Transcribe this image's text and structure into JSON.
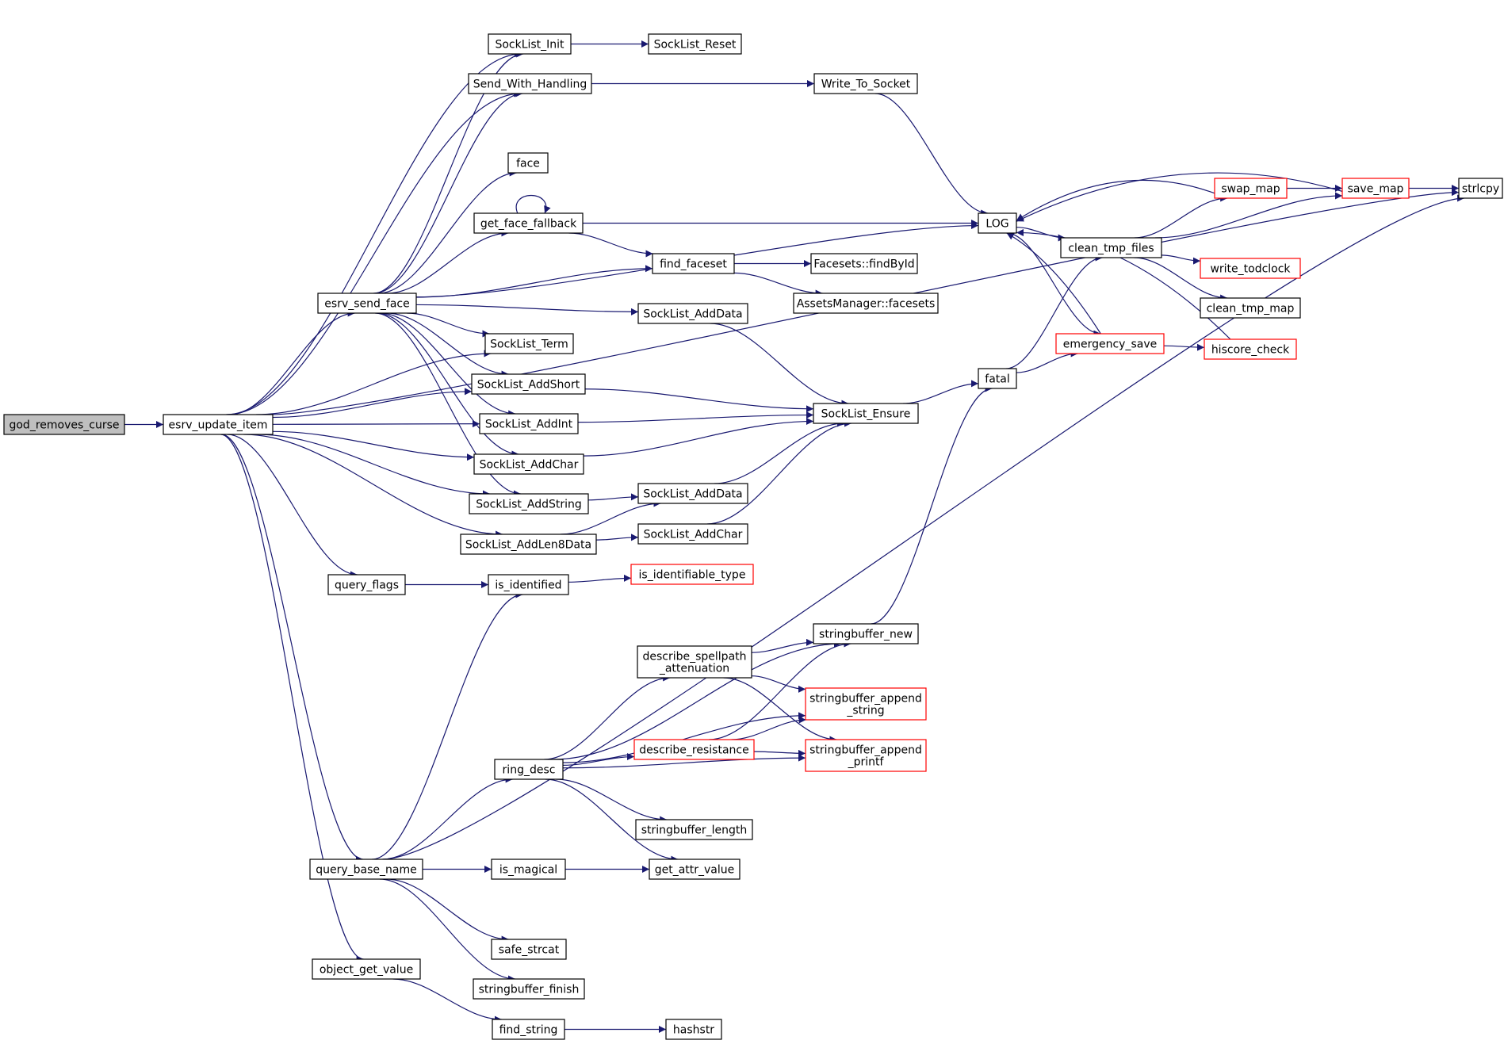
{
  "colors": {
    "edge": "#191970",
    "node_border": "#000000",
    "node_highlight_border": "#ff0000",
    "root_fill": "#bfbfbf"
  },
  "nodes": {
    "god_removes_curse": {
      "label": [
        "god_removes_curse"
      ],
      "style": "root"
    },
    "esrv_update_item": {
      "label": [
        "esrv_update_item"
      ]
    },
    "SockList_Init": {
      "label": [
        "SockList_Init"
      ]
    },
    "SockList_Reset": {
      "label": [
        "SockList_Reset"
      ]
    },
    "Send_With_Handling": {
      "label": [
        "Send_With_Handling"
      ]
    },
    "Write_To_Socket": {
      "label": [
        "Write_To_Socket"
      ]
    },
    "strlcpy": {
      "label": [
        "strlcpy"
      ]
    },
    "face": {
      "label": [
        "face"
      ]
    },
    "get_face_fallback": {
      "label": [
        "get_face_fallback"
      ]
    },
    "LOG": {
      "label": [
        "LOG"
      ]
    },
    "find_faceset": {
      "label": [
        "find_faceset"
      ]
    },
    "Facesets_findById": {
      "label": [
        "Facesets::findById"
      ]
    },
    "AssetsManager_facesets": {
      "label": [
        "AssetsManager::facesets"
      ]
    },
    "esrv_send_face": {
      "label": [
        "esrv_send_face"
      ]
    },
    "SockList_AddData_1": {
      "label": [
        "SockList_AddData"
      ]
    },
    "SockList_Term": {
      "label": [
        "SockList_Term"
      ]
    },
    "SockList_AddShort": {
      "label": [
        "SockList_AddShort"
      ]
    },
    "SockList_AddInt": {
      "label": [
        "SockList_AddInt"
      ]
    },
    "SockList_AddChar_1": {
      "label": [
        "SockList_AddChar"
      ]
    },
    "SockList_AddString": {
      "label": [
        "SockList_AddString"
      ]
    },
    "SockList_AddLen8Data": {
      "label": [
        "SockList_AddLen8Data"
      ]
    },
    "SockList_AddData_2": {
      "label": [
        "SockList_AddData"
      ]
    },
    "SockList_AddChar_2": {
      "label": [
        "SockList_AddChar"
      ]
    },
    "SockList_Ensure": {
      "label": [
        "SockList_Ensure"
      ]
    },
    "fatal": {
      "label": [
        "fatal"
      ]
    },
    "clean_tmp_files": {
      "label": [
        "clean_tmp_files"
      ]
    },
    "swap_map": {
      "label": [
        "swap_map"
      ],
      "style": "red"
    },
    "save_map": {
      "label": [
        "save_map"
      ],
      "style": "red"
    },
    "write_todclock": {
      "label": [
        "write_todclock"
      ],
      "style": "red"
    },
    "clean_tmp_map": {
      "label": [
        "clean_tmp_map"
      ]
    },
    "emergency_save": {
      "label": [
        "emergency_save"
      ],
      "style": "red"
    },
    "hiscore_check": {
      "label": [
        "hiscore_check"
      ],
      "style": "red"
    },
    "query_flags": {
      "label": [
        "query_flags"
      ]
    },
    "is_identified": {
      "label": [
        "is_identified"
      ]
    },
    "is_identifiable_type": {
      "label": [
        "is_identifiable_type"
      ],
      "style": "red"
    },
    "stringbuffer_new": {
      "label": [
        "stringbuffer_new"
      ]
    },
    "describe_spellpath_attenuation": {
      "label": [
        "describe_spellpath",
        "_attenuation"
      ]
    },
    "stringbuffer_append_string": {
      "label": [
        "stringbuffer_append",
        "_string"
      ],
      "style": "red"
    },
    "describe_resistance": {
      "label": [
        "describe_resistance"
      ],
      "style": "red"
    },
    "stringbuffer_append_printf": {
      "label": [
        "stringbuffer_append",
        "_printf"
      ],
      "style": "red"
    },
    "ring_desc": {
      "label": [
        "ring_desc"
      ]
    },
    "stringbuffer_length": {
      "label": [
        "stringbuffer_length"
      ]
    },
    "query_base_name": {
      "label": [
        "query_base_name"
      ]
    },
    "is_magical": {
      "label": [
        "is_magical"
      ]
    },
    "get_attr_value": {
      "label": [
        "get_attr_value"
      ]
    },
    "safe_strcat": {
      "label": [
        "safe_strcat"
      ]
    },
    "stringbuffer_finish": {
      "label": [
        "stringbuffer_finish"
      ]
    },
    "object_get_value": {
      "label": [
        "object_get_value"
      ]
    },
    "find_string": {
      "label": [
        "find_string"
      ]
    },
    "hashstr": {
      "label": [
        "hashstr"
      ]
    }
  },
  "edges": [
    [
      "god_removes_curse",
      "esrv_update_item"
    ],
    [
      "esrv_update_item",
      "SockList_Init"
    ],
    [
      "esrv_update_item",
      "Send_With_Handling"
    ],
    [
      "esrv_update_item",
      "strlcpy"
    ],
    [
      "esrv_update_item",
      "esrv_send_face"
    ],
    [
      "esrv_update_item",
      "SockList_Term"
    ],
    [
      "esrv_update_item",
      "SockList_AddShort"
    ],
    [
      "esrv_update_item",
      "SockList_AddInt"
    ],
    [
      "esrv_update_item",
      "SockList_AddChar_1"
    ],
    [
      "esrv_update_item",
      "SockList_AddString"
    ],
    [
      "esrv_update_item",
      "SockList_AddLen8Data"
    ],
    [
      "esrv_update_item",
      "query_flags"
    ],
    [
      "esrv_update_item",
      "query_base_name"
    ],
    [
      "esrv_update_item",
      "object_get_value"
    ],
    [
      "SockList_Init",
      "SockList_Reset"
    ],
    [
      "Send_With_Handling",
      "Write_To_Socket"
    ],
    [
      "Write_To_Socket",
      "LOG"
    ],
    [
      "esrv_send_face",
      "SockList_Init"
    ],
    [
      "esrv_send_face",
      "Send_With_Handling"
    ],
    [
      "esrv_send_face",
      "LOG"
    ],
    [
      "esrv_send_face",
      "face"
    ],
    [
      "esrv_send_face",
      "get_face_fallback"
    ],
    [
      "esrv_send_face",
      "find_faceset"
    ],
    [
      "esrv_send_face",
      "SockList_AddData_1"
    ],
    [
      "esrv_send_face",
      "SockList_Term"
    ],
    [
      "esrv_send_face",
      "SockList_AddShort"
    ],
    [
      "esrv_send_face",
      "SockList_AddInt"
    ],
    [
      "esrv_send_face",
      "SockList_AddChar_1"
    ],
    [
      "esrv_send_face",
      "SockList_AddString"
    ],
    [
      "get_face_fallback",
      "get_face_fallback"
    ],
    [
      "get_face_fallback",
      "LOG"
    ],
    [
      "get_face_fallback",
      "find_faceset"
    ],
    [
      "find_faceset",
      "Facesets_findById"
    ],
    [
      "find_faceset",
      "AssetsManager_facesets"
    ],
    [
      "SockList_AddData_1",
      "SockList_Ensure"
    ],
    [
      "SockList_AddShort",
      "SockList_Ensure"
    ],
    [
      "SockList_AddInt",
      "SockList_Ensure"
    ],
    [
      "SockList_AddChar_1",
      "SockList_Ensure"
    ],
    [
      "SockList_AddString",
      "SockList_AddData_2"
    ],
    [
      "SockList_AddLen8Data",
      "SockList_AddData_2"
    ],
    [
      "SockList_AddLen8Data",
      "SockList_AddChar_2"
    ],
    [
      "SockList_AddData_2",
      "SockList_Ensure"
    ],
    [
      "SockList_AddChar_2",
      "SockList_Ensure"
    ],
    [
      "SockList_Ensure",
      "fatal"
    ],
    [
      "fatal",
      "clean_tmp_files"
    ],
    [
      "fatal",
      "emergency_save"
    ],
    [
      "LOG",
      "clean_tmp_files"
    ],
    [
      "LOG",
      "emergency_save"
    ],
    [
      "clean_tmp_files",
      "swap_map"
    ],
    [
      "clean_tmp_files",
      "save_map"
    ],
    [
      "clean_tmp_files",
      "write_todclock"
    ],
    [
      "clean_tmp_files",
      "clean_tmp_map"
    ],
    [
      "swap_map",
      "save_map"
    ],
    [
      "swap_map",
      "LOG"
    ],
    [
      "save_map",
      "strlcpy"
    ],
    [
      "save_map",
      "LOG"
    ],
    [
      "emergency_save",
      "LOG"
    ],
    [
      "emergency_save",
      "hiscore_check"
    ],
    [
      "hiscore_check",
      "LOG"
    ],
    [
      "query_flags",
      "is_identified"
    ],
    [
      "is_identified",
      "is_identifiable_type"
    ],
    [
      "query_base_name",
      "is_identified"
    ],
    [
      "query_base_name",
      "ring_desc"
    ],
    [
      "query_base_name",
      "is_magical"
    ],
    [
      "query_base_name",
      "strlcpy"
    ],
    [
      "query_base_name",
      "safe_strcat"
    ],
    [
      "query_base_name",
      "stringbuffer_finish"
    ],
    [
      "ring_desc",
      "stringbuffer_new"
    ],
    [
      "ring_desc",
      "describe_spellpath_attenuation"
    ],
    [
      "ring_desc",
      "stringbuffer_append_string"
    ],
    [
      "ring_desc",
      "describe_resistance"
    ],
    [
      "ring_desc",
      "stringbuffer_append_printf"
    ],
    [
      "ring_desc",
      "stringbuffer_length"
    ],
    [
      "ring_desc",
      "get_attr_value"
    ],
    [
      "describe_spellpath_attenuation",
      "stringbuffer_new"
    ],
    [
      "describe_spellpath_attenuation",
      "stringbuffer_append_string"
    ],
    [
      "describe_spellpath_attenuation",
      "stringbuffer_append_printf"
    ],
    [
      "describe_resistance",
      "stringbuffer_new"
    ],
    [
      "describe_resistance",
      "stringbuffer_append_string"
    ],
    [
      "describe_resistance",
      "stringbuffer_append_printf"
    ],
    [
      "stringbuffer_new",
      "fatal"
    ],
    [
      "is_magical",
      "get_attr_value"
    ],
    [
      "object_get_value",
      "find_string"
    ],
    [
      "find_string",
      "hashstr"
    ]
  ]
}
